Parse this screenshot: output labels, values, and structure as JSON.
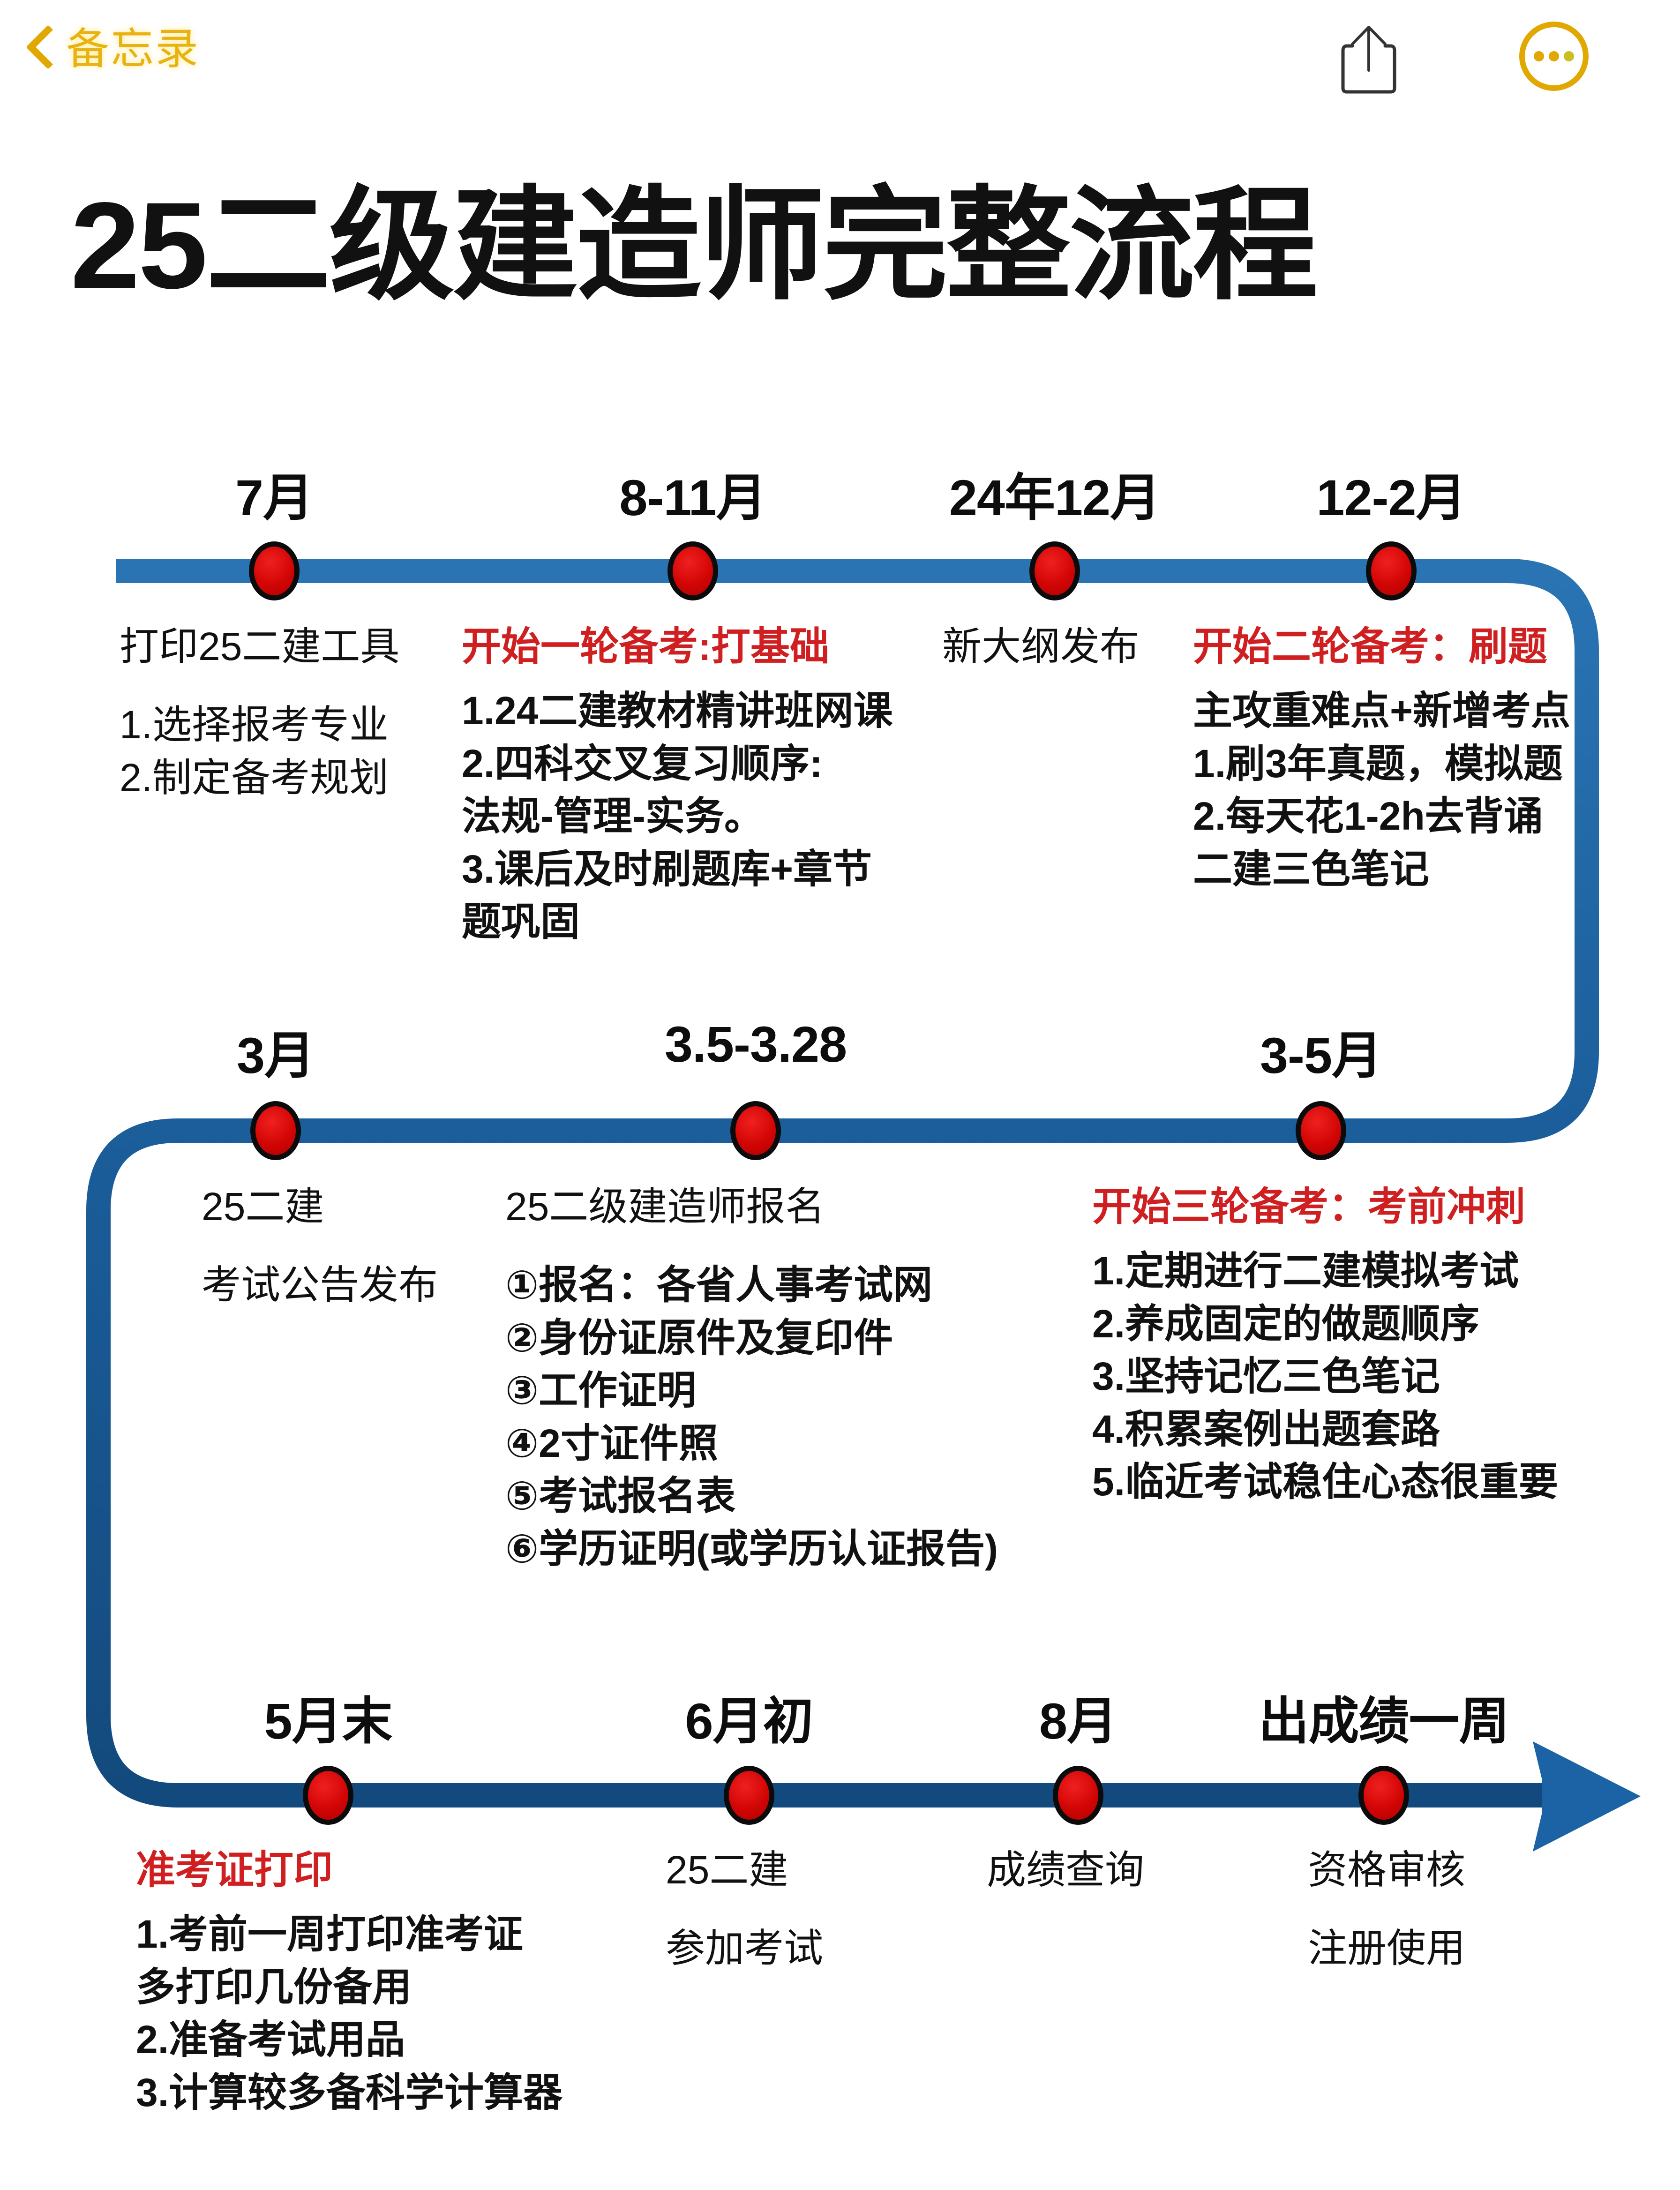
{
  "navbar": {
    "back_label": "备忘录",
    "back_icon": "chevron-left-icon",
    "share_icon": "share-icon",
    "more_icon": "more-dots-icon"
  },
  "title": "25二级建造师完整流程",
  "colors": {
    "track_blue": "#1b5e9b",
    "node_red": "#d20505",
    "heading_red": "#cf1f21",
    "nav_gold": "#e8b211",
    "text_black": "#111111"
  },
  "timeline": {
    "rows": [
      {
        "nodes": [
          {
            "period": "7月",
            "head": "打印25二建工具",
            "head_red": false,
            "lines": [
              "1.选择报考专业",
              "2.制定备考规划"
            ]
          },
          {
            "period": "8-11月",
            "head": "开始一轮备考:打基础",
            "head_red": true,
            "lines": [
              "1.24二建教材精讲班网课",
              "2.四科交叉复习顺序:",
              "法规-管理-实务。",
              "3.课后及时刷题库+章节",
              "题巩固"
            ]
          },
          {
            "period": "24年12月",
            "head": "新大纲发布",
            "head_red": false,
            "lines": []
          },
          {
            "period": "12-2月",
            "head": "开始二轮备考：刷题",
            "head_red": true,
            "lines": [
              "主攻重难点+新增考点",
              "1.刷3年真题，模拟题",
              "2.每天花1-2h去背诵",
              "二建三色笔记"
            ]
          }
        ]
      },
      {
        "nodes": [
          {
            "period": "3月",
            "head": "25二建",
            "head_red": false,
            "lines": [
              "考试公告发布"
            ]
          },
          {
            "period": "3.5-3.28",
            "head": "25二级建造师报名",
            "head_red": false,
            "lines": [
              "①报名：各省人事考试网",
              "②身份证原件及复印件",
              "③工作证明",
              "④2寸证件照",
              "⑤考试报名表",
              "⑥学历证明(或学历认证报告)"
            ]
          },
          {
            "period": "3-5月",
            "head": "开始三轮备考：考前冲刺",
            "head_red": true,
            "lines": [
              "1.定期进行二建模拟考试",
              "2.养成固定的做题顺序",
              "3.坚持记忆三色笔记",
              "4.积累案例出题套路",
              "5.临近考试稳住心态很重要"
            ]
          }
        ]
      },
      {
        "nodes": [
          {
            "period": "5月末",
            "head": "准考证打印",
            "head_red": true,
            "lines": [
              "1.考前一周打印准考证",
              "多打印几份备用",
              "2.准备考试用品",
              "3.计算较多备科学计算器"
            ]
          },
          {
            "period": "6月初",
            "head": "25二建",
            "head_red": false,
            "lines": [
              "参加考试"
            ]
          },
          {
            "period": "8月",
            "head": "成绩查询",
            "head_red": false,
            "lines": []
          },
          {
            "period": "出成绩一周",
            "head": "资格审核",
            "head_red": false,
            "lines": [
              "注册使用"
            ]
          }
        ]
      }
    ]
  }
}
